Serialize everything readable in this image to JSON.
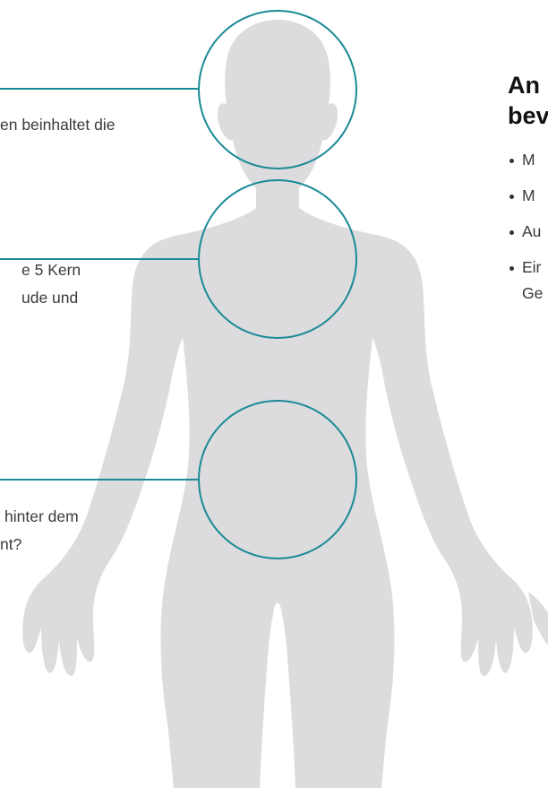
{
  "colors": {
    "accent": "#1a8a96",
    "silhouette": "#dcdcde",
    "text": "#3a3a3a",
    "heading": "#111111"
  },
  "callouts": {
    "head": {
      "lines": [
        "en beinhaltet die"
      ]
    },
    "chest": {
      "lines": [
        "e 5 Kern",
        "ude und"
      ]
    },
    "belly": {
      "lines": [
        "hinter dem",
        "nt?"
      ]
    }
  },
  "right_panel": {
    "title_lines": [
      "An",
      "bev"
    ],
    "bullets": [
      {
        "lines": [
          "M"
        ]
      },
      {
        "lines": [
          "M"
        ]
      },
      {
        "lines": [
          "Au"
        ]
      },
      {
        "lines": [
          "Eir",
          "Ge"
        ]
      }
    ]
  }
}
